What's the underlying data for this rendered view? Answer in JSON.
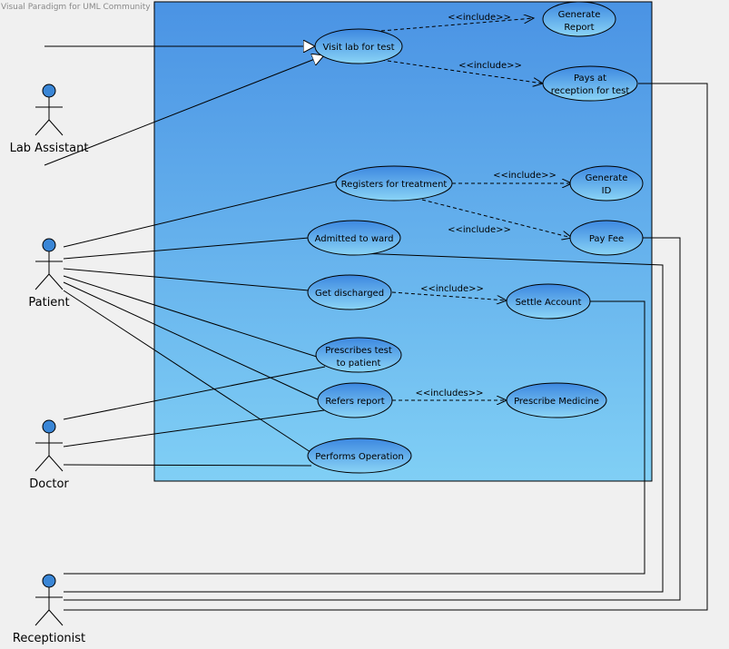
{
  "watermark": "Visual Paradigm for UML Community Edition [not for commercial use]",
  "actors": [
    {
      "id": "lab",
      "label": "Lab Assistant"
    },
    {
      "id": "patient",
      "label": "Patient"
    },
    {
      "id": "doctor",
      "label": "Doctor"
    },
    {
      "id": "receptionist",
      "label": "Receptionist"
    }
  ],
  "use_cases": [
    {
      "id": "visit_lab",
      "lines": [
        "Visit lab for test"
      ]
    },
    {
      "id": "gen_report",
      "lines": [
        "Generate",
        "Report"
      ]
    },
    {
      "id": "pays_reception",
      "lines": [
        "Pays at",
        "reception for test"
      ]
    },
    {
      "id": "registers",
      "lines": [
        "Registers for treatment"
      ]
    },
    {
      "id": "gen_id",
      "lines": [
        "Generate",
        "ID"
      ]
    },
    {
      "id": "pay_fee",
      "lines": [
        "Pay Fee"
      ]
    },
    {
      "id": "admitted",
      "lines": [
        "Admitted to ward"
      ]
    },
    {
      "id": "discharged",
      "lines": [
        "Get discharged"
      ]
    },
    {
      "id": "settle",
      "lines": [
        "Settle Account"
      ]
    },
    {
      "id": "prescribes_test",
      "lines": [
        "Prescribes test",
        "to patient"
      ]
    },
    {
      "id": "refers",
      "lines": [
        "Refers report"
      ]
    },
    {
      "id": "prescribe_med",
      "lines": [
        "Prescribe Medicine"
      ]
    },
    {
      "id": "operation",
      "lines": [
        "Performs Operation"
      ]
    }
  ],
  "relations": [
    {
      "from": "visit_lab",
      "to": "gen_report",
      "label": "<<include>>"
    },
    {
      "from": "visit_lab",
      "to": "pays_reception",
      "label": "<<include>>"
    },
    {
      "from": "registers",
      "to": "gen_id",
      "label": "<<include>>"
    },
    {
      "from": "registers",
      "to": "pay_fee",
      "label": "<<include>>"
    },
    {
      "from": "discharged",
      "to": "settle",
      "label": "<<include>>"
    },
    {
      "from": "refers",
      "to": "prescribe_med",
      "label": "<<includes>>"
    }
  ],
  "colors": {
    "background": "#f0f0f0",
    "system_top": "#4a93e4",
    "system_bottom": "#80cff5",
    "usecase_top": "#3d88e0",
    "usecase_bottom": "#8ad4f6",
    "actor_head": "#3a86d6",
    "line": "#000000"
  }
}
